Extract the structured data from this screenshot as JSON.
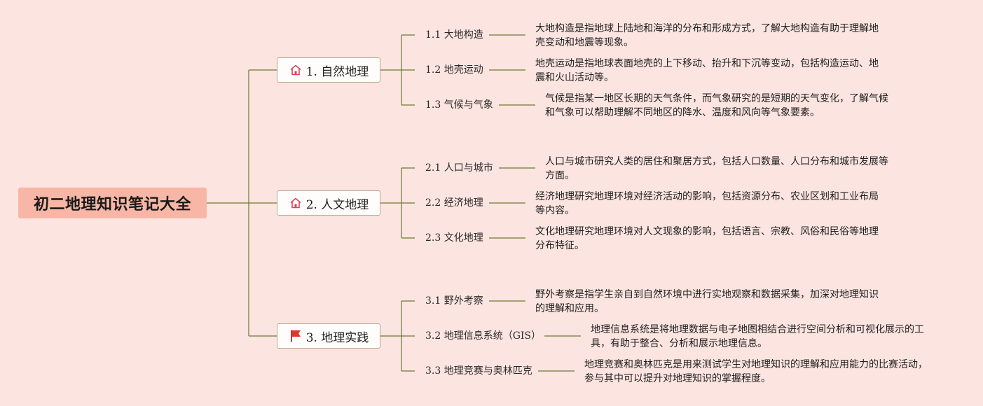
{
  "root": {
    "label": "初二地理知识笔记大全"
  },
  "branches": [
    {
      "label": "1. 自然地理",
      "icon": "house-icon",
      "children": [
        {
          "label": "1.1 大地构造",
          "desc": "大地构造是指地球上陆地和海洋的分布和形成方式，了解大地构造有助于理解地\n壳变动和地震等现象。"
        },
        {
          "label": "1.2 地壳运动",
          "desc": "地壳运动是指地球表面地壳的上下移动、抬升和下沉等变动，包括构造运动、地\n震和火山活动等。"
        },
        {
          "label": "1.3 气候与气象",
          "desc": "气候是指某一地区长期的天气条件，而气象研究的是短期的天气变化，了解气候\n和气象可以帮助理解不同地区的降水、温度和风向等气象要素。"
        }
      ]
    },
    {
      "label": "2. 人文地理",
      "icon": "house-icon",
      "children": [
        {
          "label": "2.1 人口与城市",
          "desc": "人口与城市研究人类的居住和聚居方式，包括人口数量、人口分布和城市发展等\n方面。"
        },
        {
          "label": "2.2 经济地理",
          "desc": "经济地理研究地理环境对经济活动的影响，包括资源分布、农业区划和工业布局\n等内容。"
        },
        {
          "label": "2.3 文化地理",
          "desc": "文化地理研究地理环境对人文现象的影响，包括语言、宗教、风俗和民俗等地理\n分布特征。"
        }
      ]
    },
    {
      "label": "3. 地理实践",
      "icon": "flag-icon",
      "children": [
        {
          "label": "3.1 野外考察",
          "desc": "野外考察是指学生亲自到自然环境中进行实地观察和数据采集，加深对地理知识\n的理解和应用。"
        },
        {
          "label": "3.2 地理信息系统（GIS）",
          "desc": "地理信息系统是将地理数据与电子地图相结合进行空间分析和可视化展示的工\n具，有助于整合、分析和展示地理信息。"
        },
        {
          "label": "3.3 地理竞赛与奥林匹克",
          "desc": "地理竞赛和奥林匹克是用来测试学生对地理知识的理解和应用能力的比赛活动，\n参与其中可以提升对地理知识的掌握程度。"
        }
      ]
    }
  ],
  "colors": {
    "background": "#fce4e0",
    "root_fill": "#f8b7a6",
    "connector": "#6b7a3a",
    "house_icon": "#d6455f",
    "flag_icon": "#e2352b"
  }
}
